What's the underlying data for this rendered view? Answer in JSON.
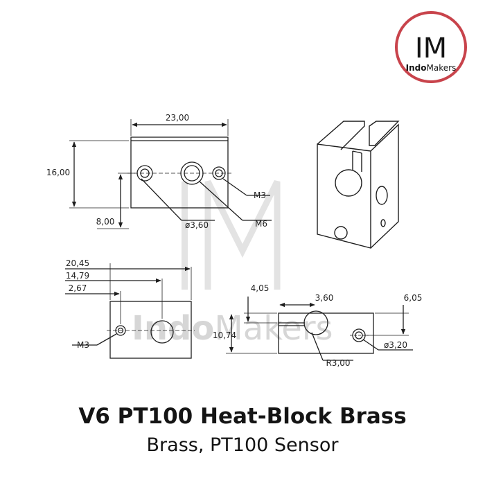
{
  "logo": {
    "letters": "IM",
    "brand_bold": "Indo",
    "brand_light": "Makers",
    "ring_color": "#c8434b"
  },
  "watermark": {
    "text_bold": "Indo",
    "text_light": "Makers"
  },
  "dimensions": {
    "width": "23,00",
    "height": "16,00",
    "hole_height": "8,00",
    "hole_dia": "ø3,60",
    "thread_m3": "M3",
    "thread_m6": "M6",
    "d_20_45": "20,45",
    "d_14_79": "14,79",
    "d_2_67": "2,67",
    "side_m3": "M3",
    "d_4_05": "4,05",
    "d_3_60": "3,60",
    "d_6_05": "6,05",
    "d_10_74": "10,74",
    "slot_radius": "R3,00",
    "hole_dia_small": "ø3,20"
  },
  "title": "V6 PT100 Heat-Block Brass",
  "subtitle": "Brass, PT100 Sensor",
  "colors": {
    "line": "#1e1e1e",
    "watermark": "#d6d6d6"
  }
}
